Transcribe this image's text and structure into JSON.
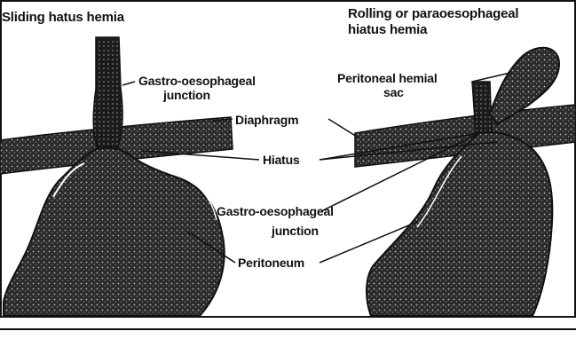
{
  "titles": {
    "sliding": "Sliding hatus hemia",
    "rolling_line1": "Rolling or paraoesophageal",
    "rolling_line2": "hiatus hemia"
  },
  "labels": {
    "gej_left_line1": "Gastro-oesophageal",
    "gej_left_line2": "junction",
    "peritoneal_sac_line1": "Peritoneal hemial",
    "peritoneal_sac_line2": "sac",
    "diaphragm": "Diaphragm",
    "hiatus": "Hiatus",
    "gej_center_line1": "Gastro-oesophageal",
    "gej_center_line2": "junction",
    "peritoneum": "Peritoneum"
  },
  "colors": {
    "ink": "#111111",
    "shade": "#3a3a3a",
    "paper": "#ffffff"
  }
}
